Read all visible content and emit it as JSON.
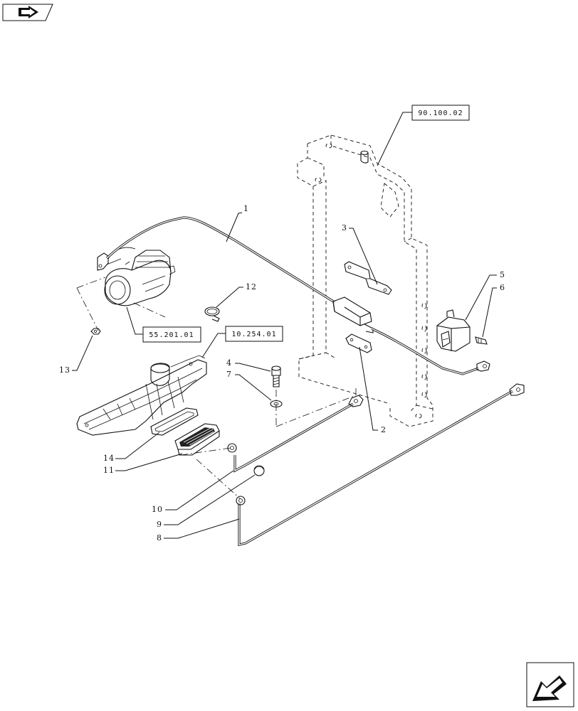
{
  "nav": {
    "prev_icon": "prev-page-arrow-icon",
    "next_icon": "next-page-arrow-icon"
  },
  "references": [
    {
      "id": "ref-frame",
      "text": "90.100.02"
    },
    {
      "id": "ref-starter",
      "text": "55.201.01"
    },
    {
      "id": "ref-intake",
      "text": "10.254.01"
    }
  ],
  "callouts": [
    {
      "id": "1",
      "text": "1"
    },
    {
      "id": "2",
      "text": "2"
    },
    {
      "id": "3",
      "text": "3"
    },
    {
      "id": "4",
      "text": "4"
    },
    {
      "id": "5",
      "text": "5"
    },
    {
      "id": "6",
      "text": "6"
    },
    {
      "id": "7",
      "text": "7"
    },
    {
      "id": "8",
      "text": "8"
    },
    {
      "id": "9",
      "text": "9"
    },
    {
      "id": "10",
      "text": "10"
    },
    {
      "id": "11",
      "text": "11"
    },
    {
      "id": "12",
      "text": "12"
    },
    {
      "id": "13",
      "text": "13"
    },
    {
      "id": "14",
      "text": "14"
    }
  ]
}
